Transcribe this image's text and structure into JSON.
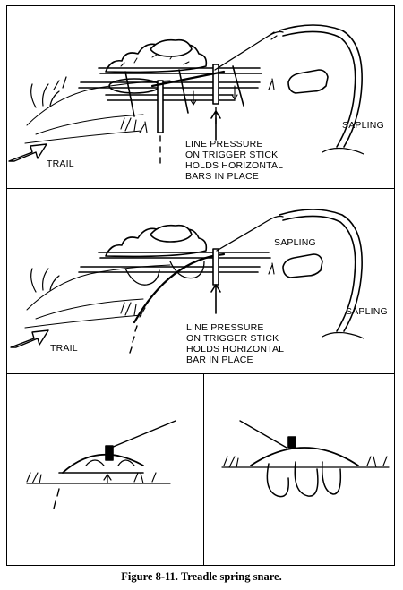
{
  "panel1": {
    "trail_label": "TRAIL",
    "sapling_label": "SAPLING",
    "note_lines": [
      "LINE PRESSURE",
      "ON TRIGGER STICK",
      "HOLDS HORIZONTAL",
      "BARS IN PLACE"
    ]
  },
  "panel2": {
    "trail_label": "TRAIL",
    "sapling_label_top": "SAPLING",
    "sapling_label_right": "SAPLING",
    "note_lines": [
      "LINE PRESSURE",
      "ON TRIGGER STICK",
      "HOLDS HORIZONTAL",
      "BAR IN PLACE"
    ]
  },
  "caption": "Figure 8-11. Treadle spring snare."
}
